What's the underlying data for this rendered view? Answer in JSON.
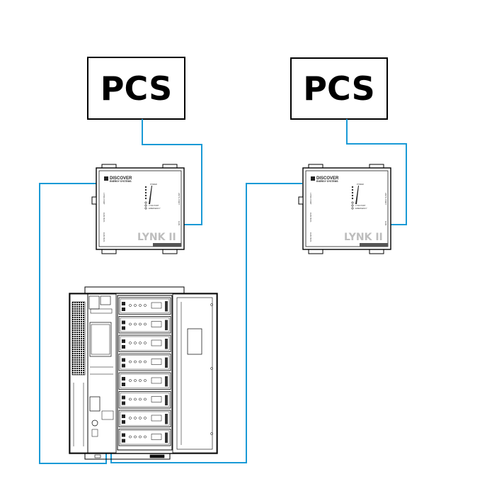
{
  "pcs_label": "PCS",
  "module": {
    "brand": "DISCOVER",
    "brand_sub": "ENERGY SYSTEMS",
    "model": "LYNK II",
    "port_labels_left": [
      "LYNK PORT",
      "CAN BUS",
      "CAN BUS"
    ],
    "port_labels_right": [
      "ANTS PORT",
      "CAN"
    ],
    "led_labels": [
      "POWER",
      "LYNK PORT",
      "EMERGENCY"
    ]
  },
  "colors": {
    "cable": "#1a9ad6",
    "outline": "#000000",
    "model_gray": "#bdbdbd"
  }
}
